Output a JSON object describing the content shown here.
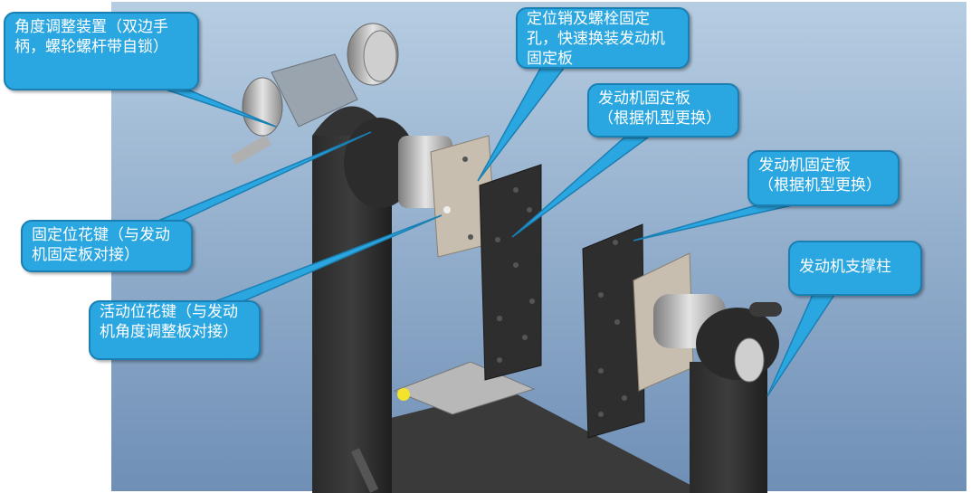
{
  "labels": {
    "angle_device": "角度调整装置（双边手柄，螺轮螺杆带自锁）",
    "locating_pin": "定位销及螺栓固定孔，快速换装发动机固定板",
    "engine_plate_1": "发动机固定板\n（根据机型更换）",
    "engine_plate_2": "发动机固定板\n（根据机型更换）",
    "fixed_spline": "固定位花键（与发动机固定板对接）",
    "movable_spline": "活动位花键（与发动机角度调整板对接）",
    "engine_support": "发动机支撑柱"
  },
  "colors": {
    "callout_fill": "#2aa6e0",
    "callout_border": "#1a7fb3",
    "background_top": "#a9c3da",
    "background_bottom": "#7594b8"
  }
}
